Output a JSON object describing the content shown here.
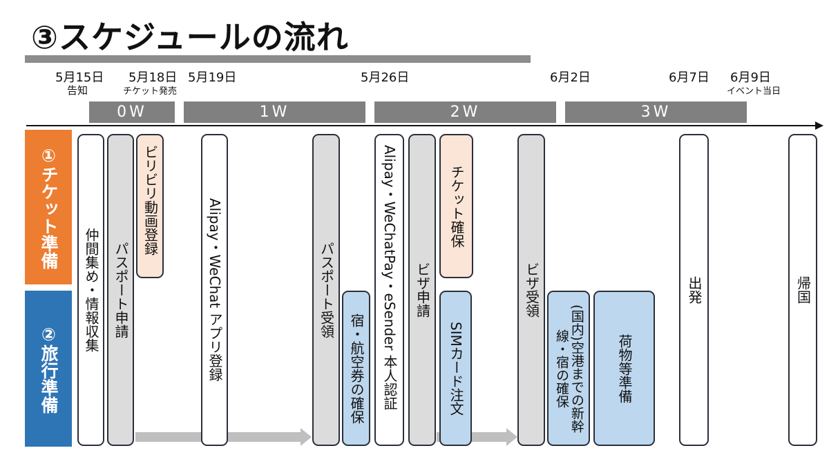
{
  "title": "③スケジュールの流れ",
  "dates": {
    "d1": "5月15日",
    "d1_note": "告知",
    "d2": "5月18日",
    "d2_note": "チケット発売",
    "d3": "5月19日",
    "d4": "5月26日",
    "d5": "6月2日",
    "d6": "6月7日",
    "d7": "6月9日",
    "d7_note": "イベント当日"
  },
  "weeks": [
    "0W",
    "1W",
    "2W",
    "3W"
  ],
  "categories": {
    "ticket": "①チケット準備",
    "travel": "②旅行準備"
  },
  "tasks": {
    "gather": "仲間集め・情報収集",
    "passport_apply": "パスポート申請",
    "bilibili": "ビリビリ動画登録",
    "alipay_wechat": "Alipay・WeChat アプリ登録",
    "passport_receive": "パスポート受領",
    "lodging_air": "宿・航空券の確保",
    "alipay_verify": "Alipay・WeChatPay・eSender 本人認証",
    "visa_apply": "ビザ申請",
    "ticket_secure": "チケット確保",
    "sim_order": "SIMカード注文",
    "visa_receive": "ビザ受領",
    "domestic": "(国内)空港までの新幹線・宿の確保",
    "luggage": "荷物等準備",
    "depart": "出発",
    "return": "帰国"
  },
  "colors": {
    "orange": "#ed7d31",
    "blue": "#2e75b6",
    "week_gray": "#808080",
    "box_gray": "#dcdcdc",
    "box_peach": "#fbe5d6",
    "box_blue": "#bdd7ee"
  }
}
